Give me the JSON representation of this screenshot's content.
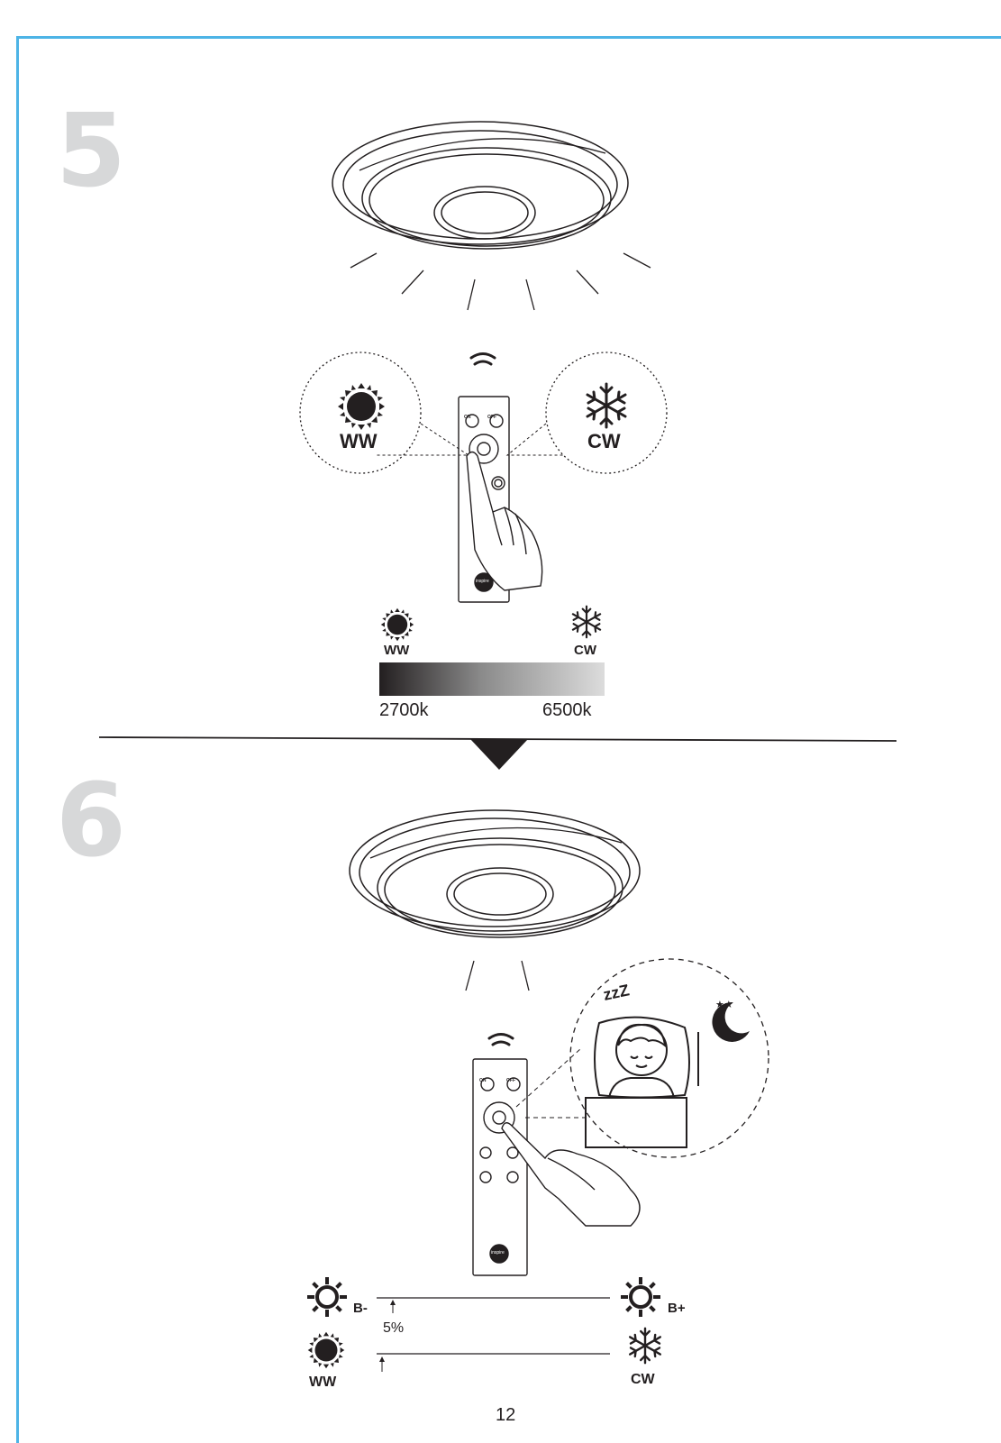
{
  "steps": [
    {
      "number": "5",
      "warm_label": "WW",
      "cool_label": "CW",
      "scale_warm_label": "WW",
      "scale_cool_label": "CW",
      "scale_min": "2700k",
      "scale_max": "6500k"
    },
    {
      "number": "6",
      "brightness_min_label": "B-",
      "brightness_max_label": "B+",
      "min_level": "5%",
      "warm_label": "WW",
      "cool_label": "CW"
    }
  ],
  "remote": {
    "on_label": "ON",
    "off_label": "OFF",
    "brand": "inspire"
  },
  "night_mode": {
    "sleep_letters": "zzZ"
  },
  "page_number": "12",
  "colors": {
    "frame": "#4db4e6",
    "step_number": "#d7d8d9",
    "ink": "#231f20"
  }
}
